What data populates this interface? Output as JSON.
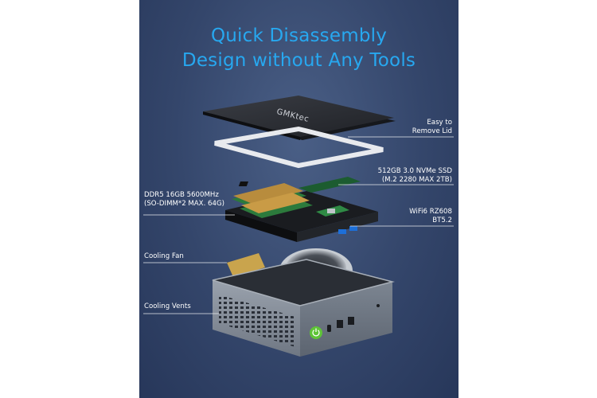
{
  "headline": {
    "line1": "Quick Disassembly",
    "line2": "Design without Any Tools"
  },
  "brand_mark": "GMKtec",
  "callouts": {
    "lid": [
      "Easy to",
      "Remove Lid"
    ],
    "ssd": [
      "512GB 3.0 NVMe SSD",
      "(M.2 2280 MAX 2TB)"
    ],
    "ram": [
      "DDR5 16GB 5600MHz",
      "(SO-DIMM*2 MAX. 64G)"
    ],
    "wifi": [
      "WiFi6 RZ608",
      "BT5.2"
    ],
    "fan": [
      "Cooling Fan"
    ],
    "vents": [
      "Cooling Vents"
    ]
  },
  "colors": {
    "headline": "#27a8f0",
    "power_button": "#5ec437",
    "background": "#34466b"
  },
  "icons": [
    "power-icon"
  ]
}
